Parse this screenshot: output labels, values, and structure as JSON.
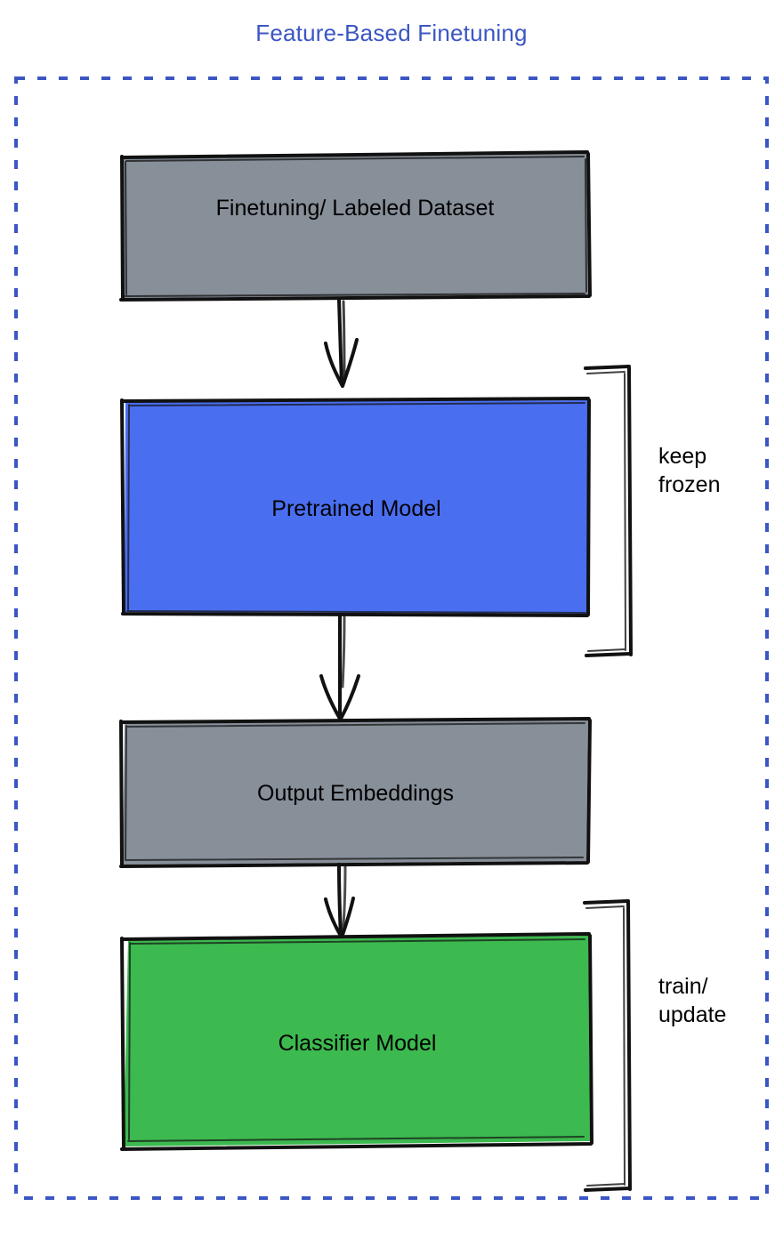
{
  "title": "Feature-Based Finetuning",
  "colors": {
    "title": "#3b56c4",
    "dashed_border": "#3b56c4",
    "gray_node": "#878f99",
    "blue_node": "#4a6ef0",
    "green_node": "#3cb94f",
    "stroke": "#111111",
    "background": "#ffffff"
  },
  "container": {
    "name": "dashed-region",
    "style": "dashed"
  },
  "nodes": [
    {
      "id": "dataset",
      "label": "Finetuning/ Labeled Dataset",
      "fill": "#878f99",
      "label_align": "top"
    },
    {
      "id": "pretrained",
      "label": "Pretrained Model",
      "fill": "#4a6ef0",
      "label_align": "center"
    },
    {
      "id": "embeddings",
      "label": "Output Embeddings",
      "fill": "#878f99",
      "label_align": "center"
    },
    {
      "id": "classifier",
      "label": "Classifier Model",
      "fill": "#3cb94f",
      "label_align": "center"
    }
  ],
  "annotations": [
    {
      "id": "keep-frozen",
      "label": "keep\nfrozen",
      "target": "pretrained"
    },
    {
      "id": "train-update",
      "label": "train/\nupdate",
      "target": "classifier"
    }
  ],
  "edges": [
    {
      "from": "dataset",
      "to": "pretrained"
    },
    {
      "from": "pretrained",
      "to": "embeddings"
    },
    {
      "from": "embeddings",
      "to": "classifier"
    }
  ]
}
